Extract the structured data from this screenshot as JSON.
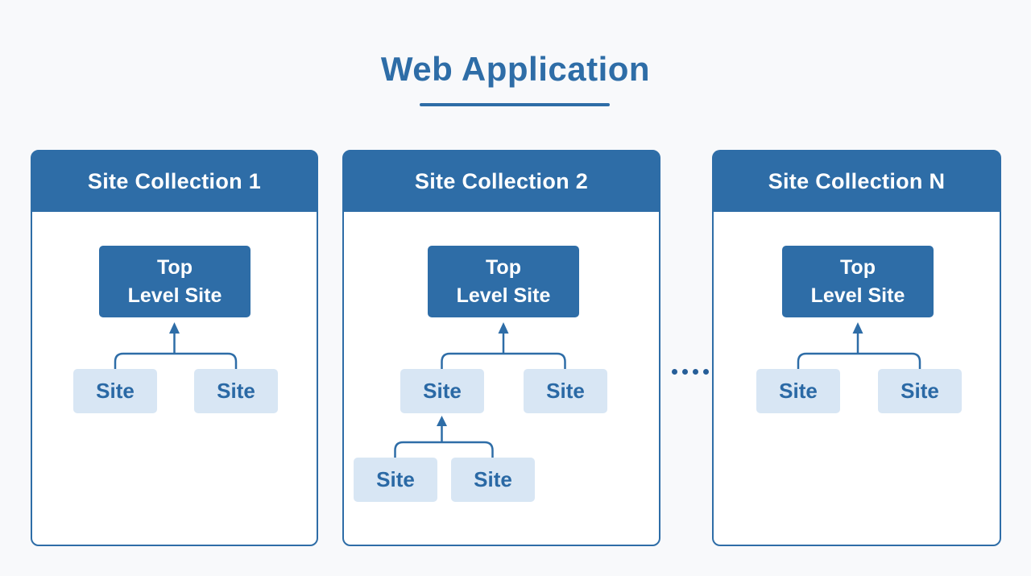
{
  "page": {
    "title": "Web Application"
  },
  "collections": [
    {
      "title": "Site Collection 1",
      "top_level_site": {
        "line1": "Top",
        "line2": "Level Site"
      },
      "level1_sites": [
        "Site",
        "Site"
      ]
    },
    {
      "title": "Site Collection 2",
      "top_level_site": {
        "line1": "Top",
        "line2": "Level Site"
      },
      "level1_sites": [
        "Site",
        "Site"
      ],
      "level2_sites": [
        "Site",
        "Site"
      ]
    },
    {
      "title": "Site Collection N",
      "top_level_site": {
        "line1": "Top",
        "line2": "Level Site"
      },
      "level1_sites": [
        "Site",
        "Site"
      ]
    }
  ],
  "separator": {
    "dot_count": 4
  },
  "colors": {
    "primary": "#2e6da7",
    "light_box": "#d8e6f4",
    "box_text": "#2a69a5",
    "background": "#f8f9fb",
    "card_bg": "#ffffff",
    "dot": "#265e98"
  }
}
